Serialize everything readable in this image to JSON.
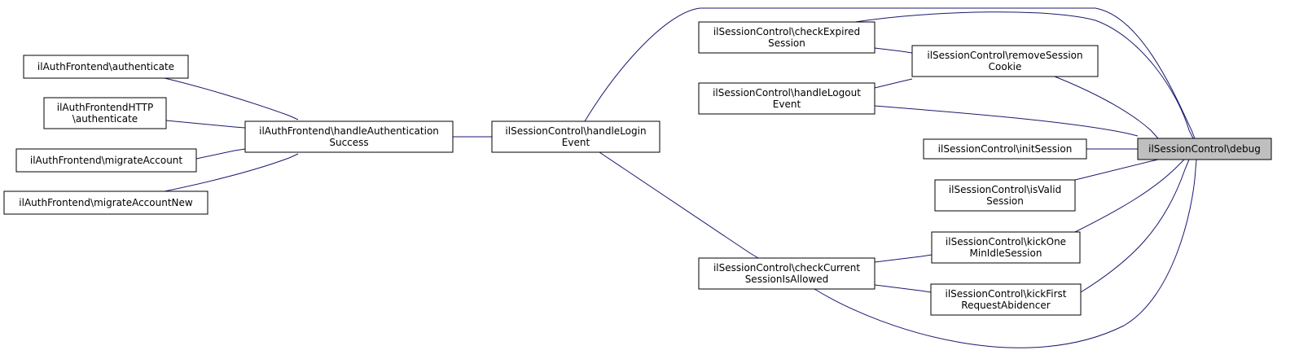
{
  "graph": {
    "nodes": {
      "auth_authenticate": [
        "ilAuthFrontend\\authenticate"
      ],
      "auth_http_authenticate": [
        "ilAuthFrontendHTTP",
        "\\authenticate"
      ],
      "auth_migrate_account": [
        "ilAuthFrontend\\migrateAccount"
      ],
      "auth_migrate_account_new": [
        "ilAuthFrontend\\migrateAccountNew"
      ],
      "handle_auth_success": [
        "ilAuthFrontend\\handleAuthentication",
        "Success"
      ],
      "handle_login_event": [
        "ilSessionControl\\handleLogin",
        "Event"
      ],
      "check_expired_session": [
        "ilSessionControl\\checkExpired",
        "Session"
      ],
      "handle_logout_event": [
        "ilSessionControl\\handleLogout",
        "Event"
      ],
      "check_current_session": [
        "ilSessionControl\\checkCurrent",
        "SessionIsAllowed"
      ],
      "remove_session_cookie": [
        "ilSessionControl\\removeSession",
        "Cookie"
      ],
      "init_session": [
        "ilSessionControl\\initSession"
      ],
      "is_valid_session": [
        "ilSessionControl\\isValid",
        "Session"
      ],
      "kick_one_min_idle": [
        "ilSessionControl\\kickOne",
        "MinIdleSession"
      ],
      "kick_first_request": [
        "ilSessionControl\\kickFirst",
        "RequestAbidencer"
      ],
      "debug": [
        "ilSessionControl\\debug"
      ]
    },
    "edges": [
      [
        "auth_authenticate",
        "handle_auth_success"
      ],
      [
        "auth_http_authenticate",
        "handle_auth_success"
      ],
      [
        "auth_migrate_account",
        "handle_auth_success"
      ],
      [
        "auth_migrate_account_new",
        "handle_auth_success"
      ],
      [
        "handle_auth_success",
        "handle_login_event"
      ],
      [
        "handle_login_event",
        "debug"
      ],
      [
        "handle_login_event",
        "check_current_session"
      ],
      [
        "check_expired_session",
        "remove_session_cookie"
      ],
      [
        "check_expired_session",
        "debug"
      ],
      [
        "handle_logout_event",
        "remove_session_cookie"
      ],
      [
        "handle_logout_event",
        "debug"
      ],
      [
        "remove_session_cookie",
        "debug"
      ],
      [
        "init_session",
        "debug"
      ],
      [
        "is_valid_session",
        "debug"
      ],
      [
        "check_current_session",
        "kick_one_min_idle"
      ],
      [
        "check_current_session",
        "kick_first_request"
      ],
      [
        "check_current_session",
        "debug"
      ],
      [
        "kick_one_min_idle",
        "debug"
      ],
      [
        "kick_first_request",
        "debug"
      ]
    ],
    "highlighted_node": "debug",
    "colors": {
      "edge": "#191970",
      "highlight_fill": "#bfbfbf",
      "node_border": "#000000"
    }
  }
}
